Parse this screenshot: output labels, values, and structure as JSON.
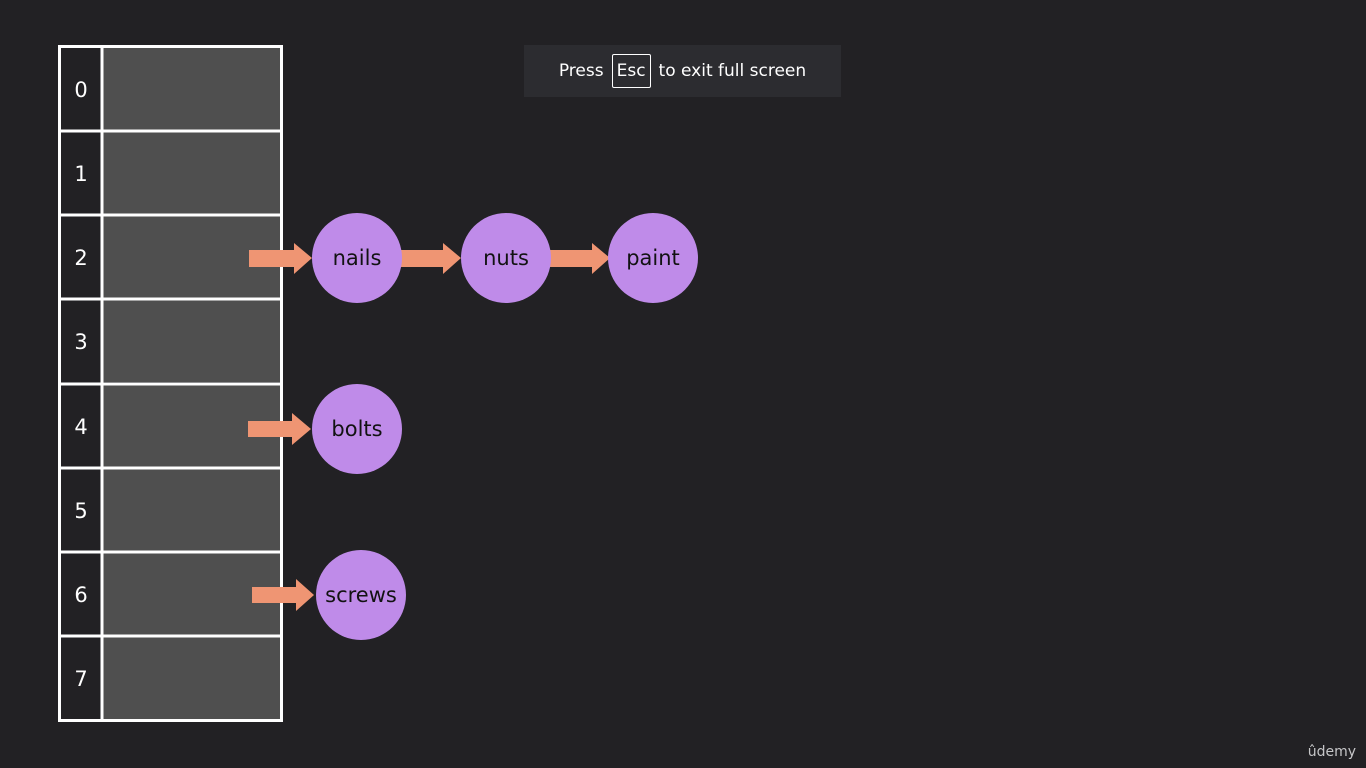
{
  "notification": {
    "prefix": "Press",
    "key": "Esc",
    "suffix": "to exit full screen"
  },
  "hash_table": {
    "indices": [
      "0",
      "1",
      "2",
      "3",
      "4",
      "5",
      "6",
      "7"
    ],
    "chains": [
      {
        "index": "2",
        "nodes": [
          "nails",
          "nuts",
          "paint"
        ]
      },
      {
        "index": "4",
        "nodes": [
          "bolts"
        ]
      },
      {
        "index": "6",
        "nodes": [
          "screws"
        ]
      }
    ]
  },
  "colors": {
    "background": "#222124",
    "bucket_fill": "#4f4f4f",
    "border": "#ffffff",
    "node_fill": "#bf8be9",
    "arrow": "#ef9573"
  },
  "brand": {
    "logo": "ûdemy"
  }
}
